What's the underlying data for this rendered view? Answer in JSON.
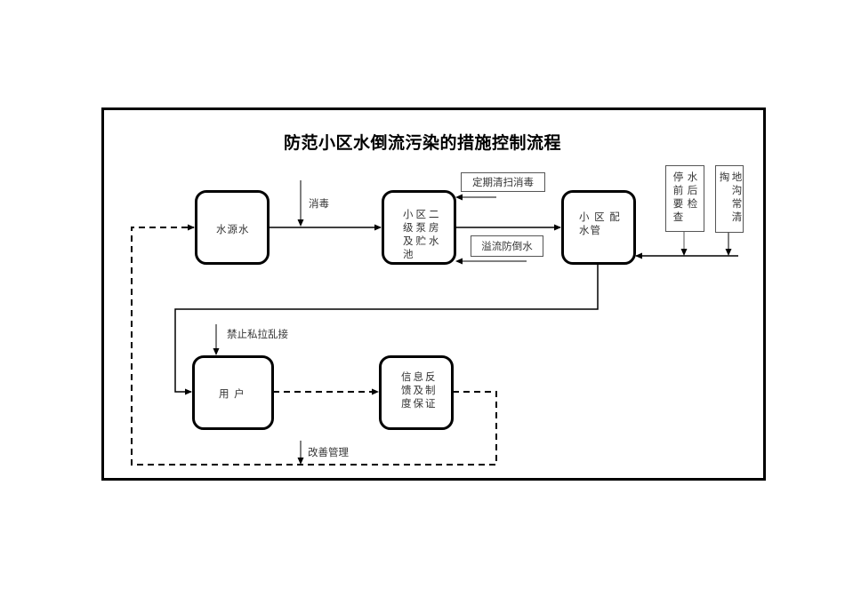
{
  "title": "防范小区水倒流污染的措施控制流程",
  "nodes": {
    "water_source": "水源水",
    "pump_room": [
      "小区二",
      "级泵房",
      "及贮水",
      "池"
    ],
    "pipe_network": [
      "小 区 配",
      "水管"
    ],
    "user": "用 户",
    "feedback": [
      "信息反",
      "馈及制",
      "度保证"
    ]
  },
  "annotations": {
    "disinfect": "消毒",
    "regular_clean": "定期清扫消毒",
    "overflow": "溢流防倒水",
    "no_illegal_connection": "禁止私拉乱接",
    "improve_management": "改善管理"
  },
  "side_boxes": {
    "stop_water_check": {
      "col1": "停前要查",
      "col2": "水后检"
    },
    "clean_drain": {
      "col1": "掏",
      "col2": "地沟常清"
    }
  }
}
